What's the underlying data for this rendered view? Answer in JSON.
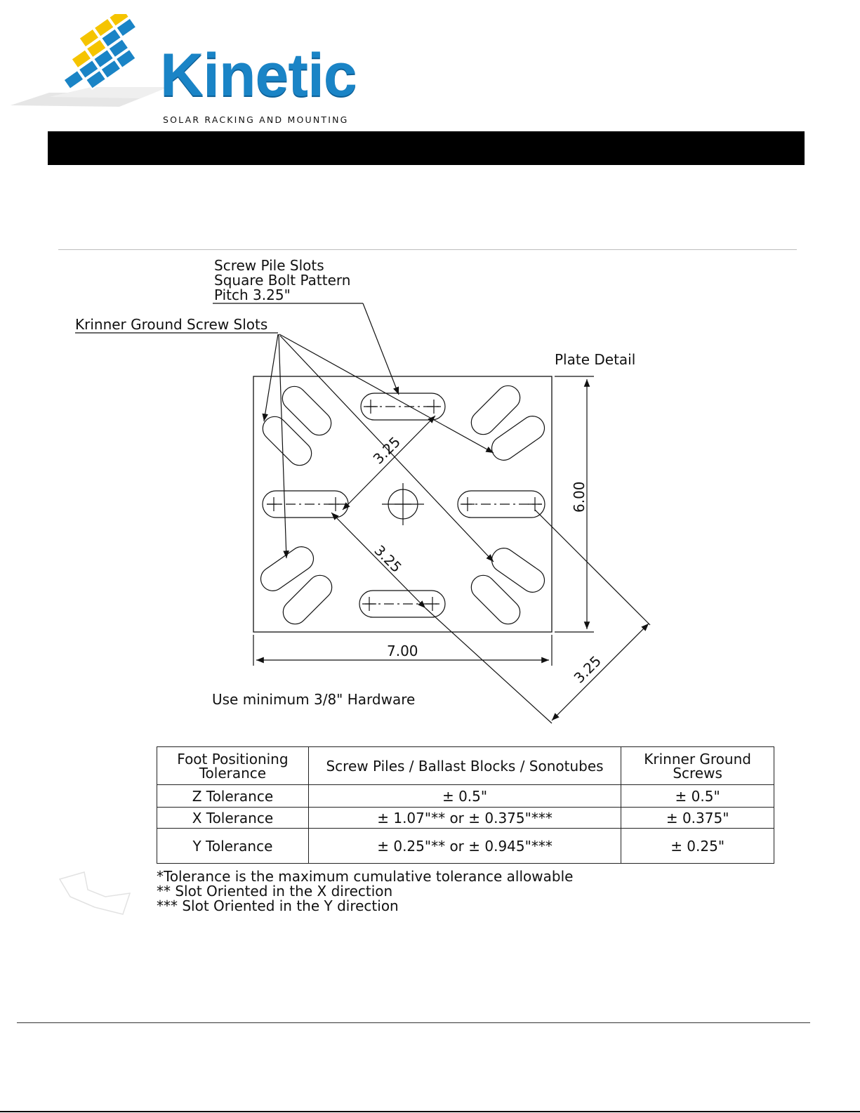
{
  "logo": {
    "wordmark": "Kinetic",
    "tagline": "SOLAR RACKING AND MOUNTING",
    "brand_blue": "#1a84c6",
    "brand_yellow": "#f5c400"
  },
  "drawing": {
    "callout_screw_pile": [
      "Screw Pile Slots",
      "Square Bolt Pattern",
      "Pitch 3.25\""
    ],
    "callout_krinner": "Krinner Ground Screw Slots",
    "plate_title": "Plate Detail",
    "dim_height": "6.00",
    "dim_width": "7.00",
    "dim_pitch_upper": "3.25",
    "dim_pitch_lower": "3.25",
    "dim_pitch_outer": "3.25",
    "hardware_note": "Use minimum 3/8\" Hardware"
  },
  "table": {
    "headers": [
      [
        "Foot Positioning",
        "Tolerance"
      ],
      [
        "Screw Piles / Ballast Blocks / Sonotubes"
      ],
      [
        "Krinner Ground",
        "Screws"
      ]
    ],
    "rows": [
      [
        "Z Tolerance",
        "± 0.5\"",
        "± 0.5\""
      ],
      [
        "X Tolerance",
        "± 1.07\"** or ± 0.375\"***",
        "± 0.375\""
      ],
      [
        "Y Tolerance",
        "± 0.25\"** or ± 0.945\"***",
        "± 0.25\""
      ]
    ]
  },
  "notes": [
    "*Tolerance is the maximum cumulative tolerance allowable",
    "** Slot Oriented in the X direction",
    "*** Slot Oriented in the Y direction"
  ]
}
